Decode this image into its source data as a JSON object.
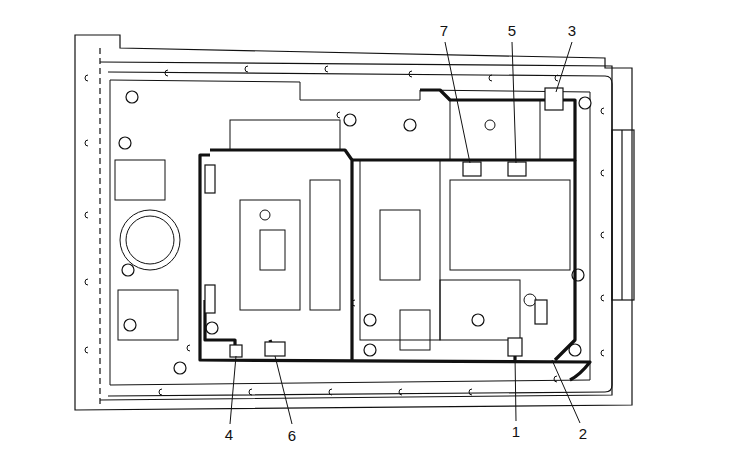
{
  "diagram": {
    "labels": [
      "7",
      "5",
      "3",
      "4",
      "6",
      "1",
      "2"
    ]
  }
}
